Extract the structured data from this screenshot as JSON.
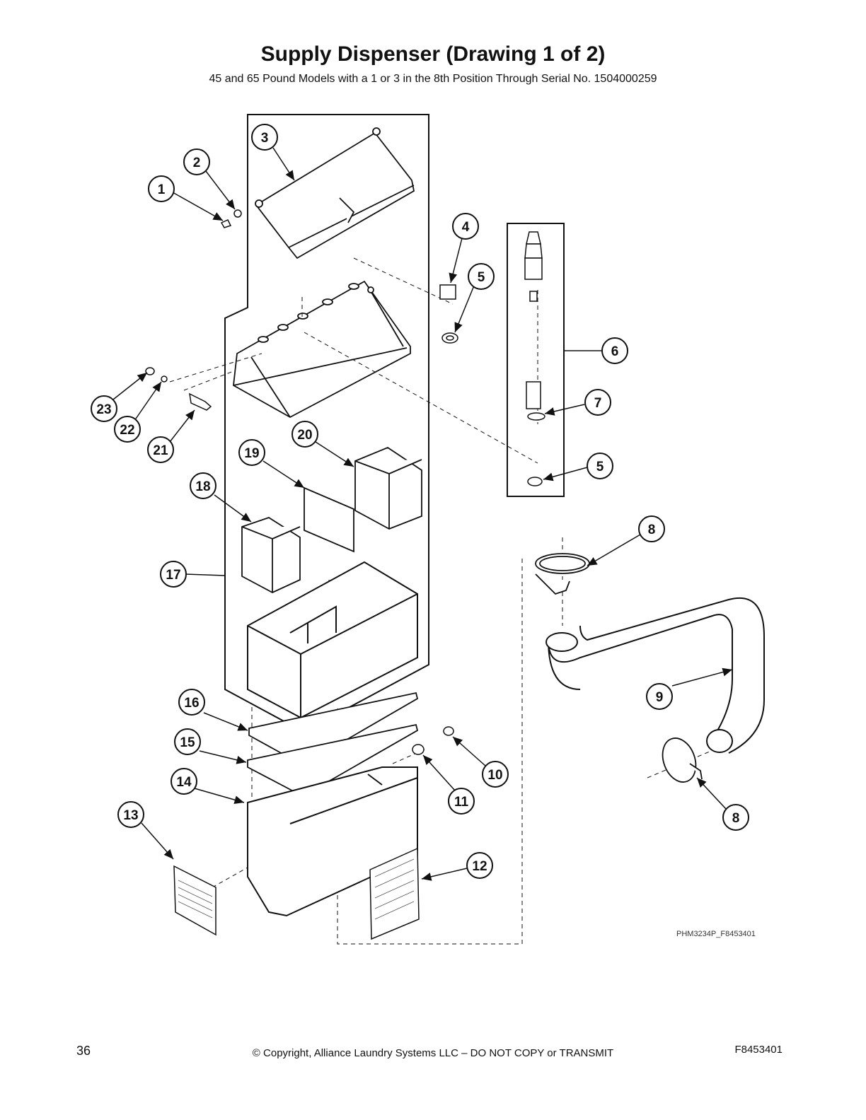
{
  "header": {
    "title": "Supply Dispenser (Drawing 1 of 2)",
    "subtitle": "45 and 65 Pound Models with a 1 or 3 in the 8th Position Through Serial No. 1504000259"
  },
  "diagram": {
    "reference_code": "PHM3234P_F8453401",
    "callouts": [
      "1",
      "2",
      "3",
      "4",
      "5",
      "5",
      "6",
      "7",
      "8",
      "8",
      "9",
      "10",
      "11",
      "12",
      "13",
      "14",
      "15",
      "16",
      "17",
      "18",
      "19",
      "20",
      "21",
      "22",
      "23"
    ]
  },
  "footer": {
    "page_number": "36",
    "copyright": "© Copyright, Alliance Laundry Systems LLC – DO NOT COPY or TRANSMIT",
    "document_id": "F8453401"
  }
}
